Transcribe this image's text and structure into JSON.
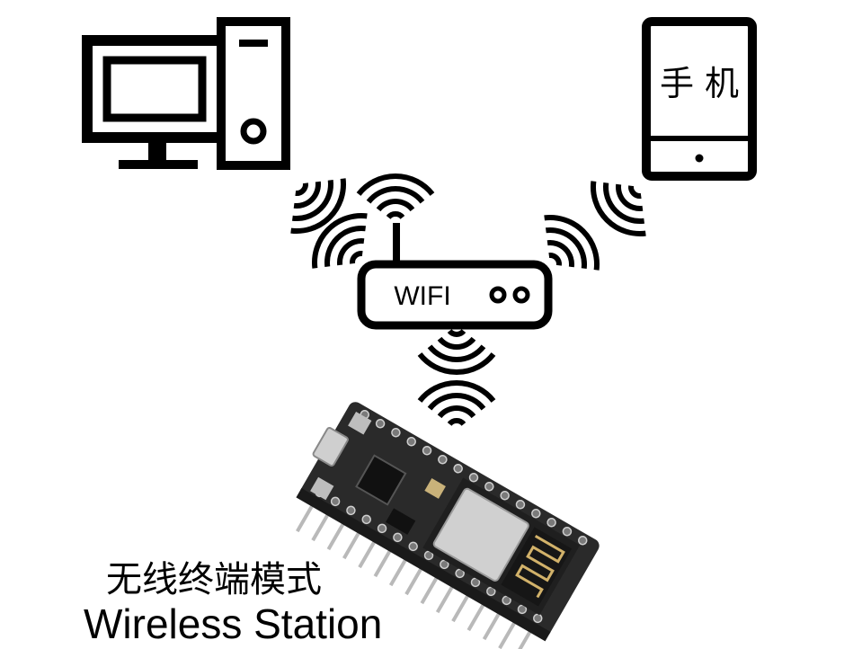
{
  "phone": {
    "label": "手 机"
  },
  "router": {
    "label": "WIFI"
  },
  "caption": {
    "chinese": "无线终端模式",
    "english": "Wireless Station"
  },
  "colors": {
    "stroke": "#000000",
    "board": "#2a2a2a",
    "pin": "#b9b9b9",
    "antenna": "#d2b26a"
  }
}
